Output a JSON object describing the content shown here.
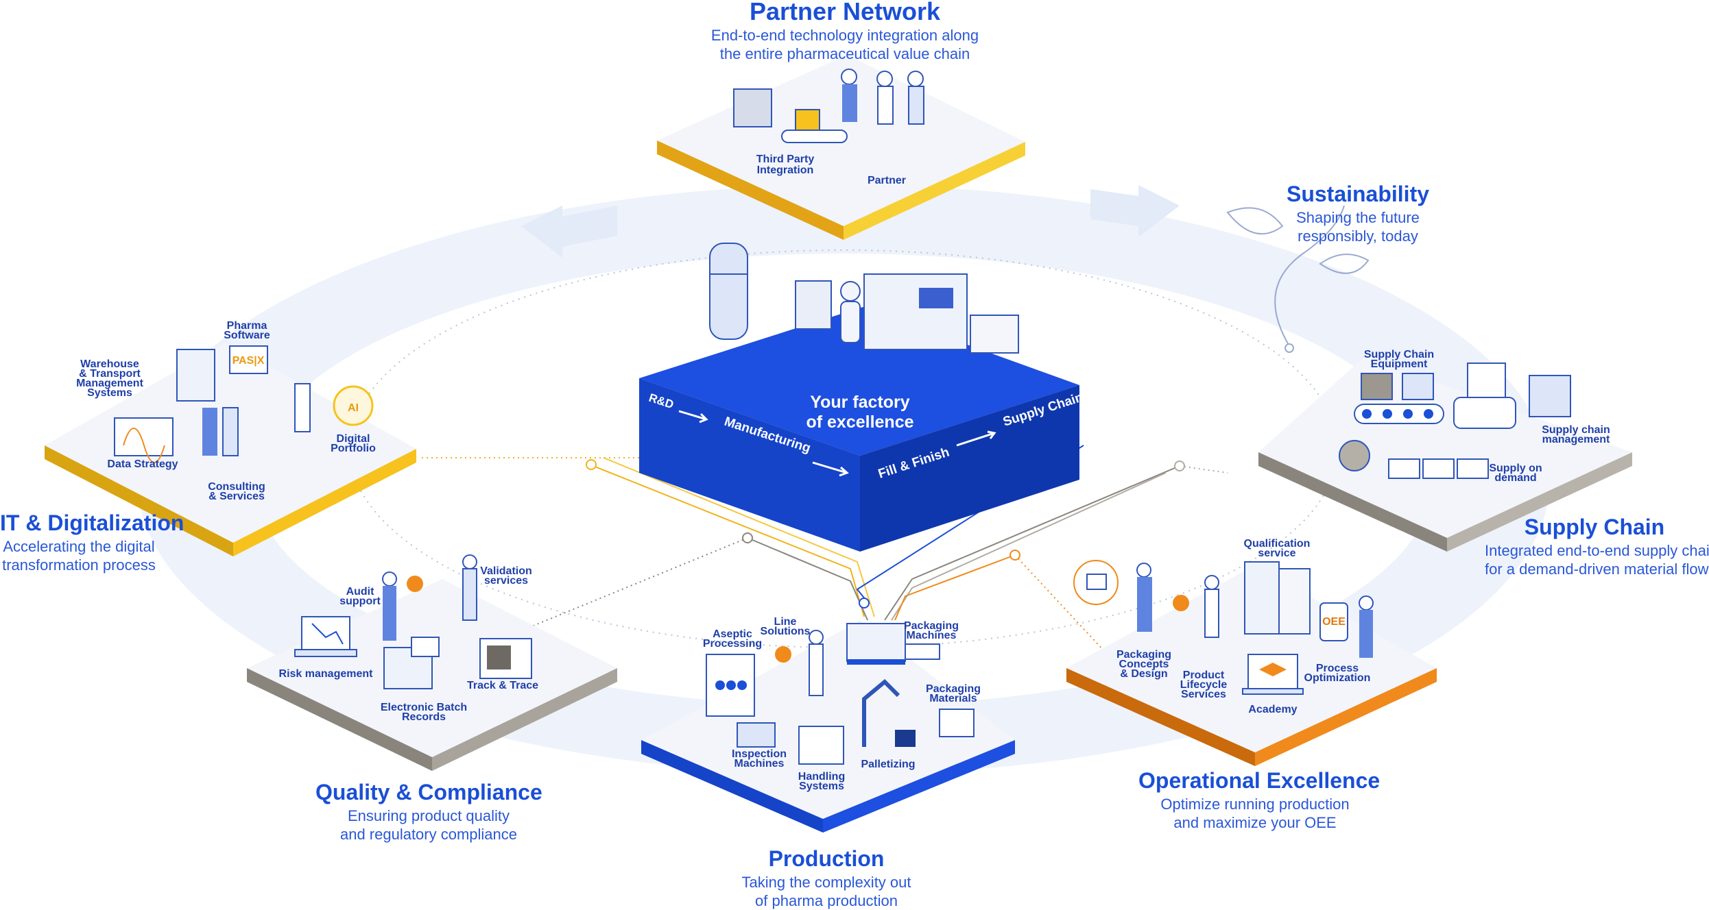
{
  "center": {
    "title_line1": "Your factory",
    "title_line2": "of excellence",
    "stage_rd": "R&D",
    "stage_manufacturing": "Manufacturing",
    "stage_fill_finish": "Fill & Finish",
    "stage_supply_chain": "Supply Chain"
  },
  "sections": {
    "partner": {
      "title": "Partner Network",
      "sub1": "End-to-end technology integration along",
      "sub2": "the entire pharmaceutical value chain",
      "items": [
        "Third Party",
        "Integration",
        "Partner"
      ]
    },
    "sustainability": {
      "title": "Sustainability",
      "sub1": "Shaping the future",
      "sub2": "responsibly, today"
    },
    "it": {
      "title": "IT & Digitalization",
      "sub1": "Accelerating the digital",
      "sub2": "transformation process",
      "items": [
        "Warehouse",
        "& Transport",
        "Management",
        "Systems",
        "Pharma",
        "Software",
        "Data Strategy",
        "Consulting",
        "& Services",
        "Digital",
        "Portfolio"
      ],
      "ai_badge": "AI",
      "pasx_badge": "PAS|X"
    },
    "supply": {
      "title": "Supply Chain",
      "sub1": "Integrated end-to-end supply chain",
      "sub2": "for a demand-driven material flow",
      "items": [
        "Supply Chain",
        "Equipment",
        "Supply chain",
        "management",
        "Supply on",
        "demand"
      ]
    },
    "quality": {
      "title": "Quality & Compliance",
      "sub1": "Ensuring product quality",
      "sub2": "and regulatory compliance",
      "items": [
        "Audit",
        "support",
        "Validation",
        "services",
        "Risk management",
        "Electronic Batch",
        "Records",
        "Track & Trace"
      ]
    },
    "production": {
      "title": "Production",
      "sub1": "Taking the complexity out",
      "sub2": "of pharma production",
      "items": [
        "Aseptic",
        "Processing",
        "Line",
        "Solutions",
        "Packaging",
        "Machines",
        "Packaging",
        "Materials",
        "Inspection",
        "Machines",
        "Handling",
        "Systems",
        "Palletizing"
      ]
    },
    "opex": {
      "title": "Operational Excellence",
      "sub1": "Optimize running production",
      "sub2": "and maximize your OEE",
      "items": [
        "Qualification",
        "service",
        "Packaging",
        "Concepts",
        "& Design",
        "Product",
        "Lifecycle",
        "Services",
        "Process",
        "Optimization",
        "Academy"
      ],
      "oee_badge": "OEE"
    }
  },
  "colors": {
    "primary_blue": "#1a4fd6",
    "cube_top": "#1d4fe0",
    "cube_left": "#123fbf",
    "cube_right": "#0f35a6",
    "yellow": "#f7c21e",
    "yellow_dark": "#d9a412",
    "orange": "#f08a1c",
    "orange_dark": "#c96a0c",
    "grey": "#a9a49b",
    "grey_dark": "#8a857c",
    "tile_top": "#f2f5fb",
    "background_ring": "#edf2fc"
  }
}
